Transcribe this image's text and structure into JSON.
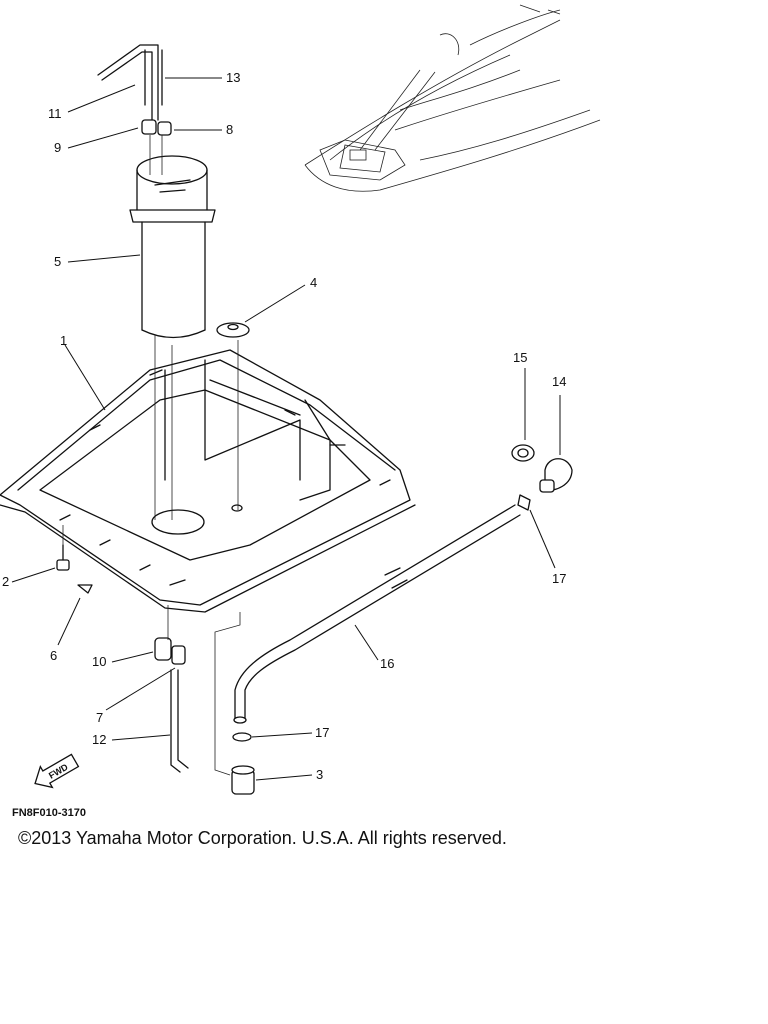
{
  "labels": {
    "p1": "1",
    "p2": "2",
    "p3": "3",
    "p4": "4",
    "p5": "5",
    "p6": "6",
    "p7": "7",
    "p8": "8",
    "p9": "9",
    "p10": "10",
    "p11": "11",
    "p12": "12",
    "p13": "13",
    "p14": "14",
    "p15": "15",
    "p16": "16",
    "p17a": "17",
    "p17b": "17"
  },
  "fwd_marker": "FWD",
  "ref_code": "FN8F010-3170",
  "copyright": "©2013 Yamaha Motor Corporation. U.S.A. All rights reserved."
}
